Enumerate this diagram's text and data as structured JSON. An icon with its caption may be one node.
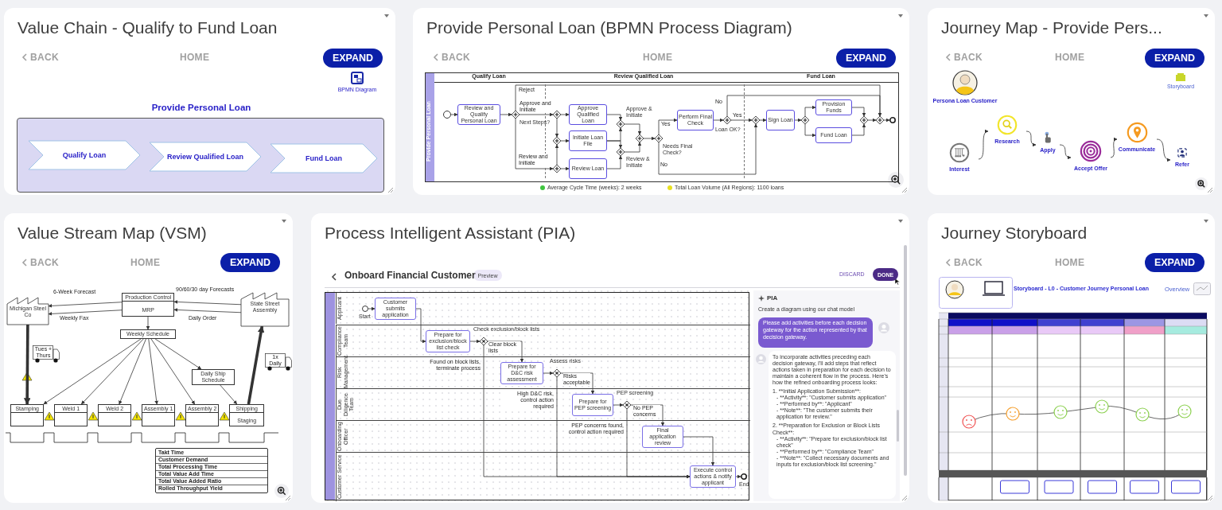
{
  "diagram": {
    "nodes": [
      {
        "text": [
          "Value Chain - Qualify to Fund Loan"
        ]
      },
      {
        "text": [
          "EXPAND"
        ],
        "in": 0
      },
      {
        "text": [
          "BPMN Diagram"
        ],
        "in": 0
      },
      {
        "text": [
          "Provide Personal Loan"
        ],
        "in": 0
      },
      {
        "text": [
          "Qualify Loan"
        ],
        "in": 3
      },
      {
        "text": [
          "Review Qualified Loan"
        ],
        "in": 3
      },
      {
        "text": [
          "Fund Loan"
        ],
        "in": 3
      },
      {
        "text": [
          "Provide Personal Loan (BPMN Process Diagram)"
        ]
      },
      {
        "text": [
          "EXPAND"
        ],
        "in": 7
      },
      {
        "text": [
          "Provide Personal Loan"
        ],
        "in": 7
      },
      {
        "text": [],
        "shape": "circle",
        "in": 9
      },
      {
        "text": [
          "Review and Qualify Personal Loan"
        ],
        "in": 9
      },
      {
        "text": [],
        "shape": "diamond",
        "in": 9,
        "beside": [
          "Next Steps?"
        ]
      },
      {
        "text": [],
        "shape": "diamond",
        "in": 9
      },
      {
        "text": [
          "Approve Qualified Loan"
        ],
        "in": 9
      },
      {
        "text": [],
        "shape": "diamond",
        "in": 9
      },
      {
        "text": [
          "Initiate Loan File"
        ],
        "in": 9
      },
      {
        "text": [],
        "shape": "diamond",
        "in": 9
      },
      {
        "text": [
          "Review Loan"
        ],
        "in": 9
      },
      {
        "text": [],
        "shape": "diamond",
        "in": 9,
        "beside": [
          "Approve & Initiate"
        ]
      },
      {
        "text": [],
        "shape": "diamond",
        "in": 9,
        "beside": [
          "Review & Initiate"
        ]
      },
      {
        "text": [],
        "shape": "diamond",
        "in": 9
      },
      {
        "text": [],
        "shape": "diamond",
        "in": 9,
        "beside": [
          "Needs Final Check?"
        ]
      },
      {
        "text": [
          "Perform Final Check"
        ],
        "in": 9
      },
      {
        "text": [],
        "shape": "diamond",
        "in": 9,
        "beside": [
          "Loan OK?"
        ]
      },
      {
        "text": [],
        "shape": "diamond",
        "in": 9
      },
      {
        "text": [
          "Sign Loan"
        ],
        "in": 9
      },
      {
        "text": [],
        "shape": "diamond",
        "in": 9
      },
      {
        "text": [
          "Provision Funds"
        ],
        "in": 9
      },
      {
        "text": [
          "Fund Loan"
        ],
        "in": 9
      },
      {
        "text": [],
        "shape": "diamond",
        "in": 9
      },
      {
        "text": [],
        "shape": "diamond",
        "in": 9
      },
      {
        "text": [],
        "shape": "circle",
        "in": 9
      },
      {
        "text": [
          "Journey Map - Provide Pers..."
        ]
      },
      {
        "text": [
          "EXPAND"
        ],
        "in": 33
      },
      {
        "text": [
          "Persona Loan Customer"
        ],
        "in": 33
      },
      {
        "text": [
          "Storyboard"
        ],
        "in": 33
      },
      {
        "text": [
          "Interest"
        ],
        "in": 33
      },
      {
        "text": [
          "Research"
        ],
        "in": 33
      },
      {
        "text": [
          "Apply"
        ],
        "in": 33
      },
      {
        "text": [
          "Accept Offer"
        ],
        "in": 33
      },
      {
        "text": [
          "Communicate"
        ],
        "in": 33
      },
      {
        "text": [
          "Refer"
        ],
        "in": 33
      },
      {
        "text": [
          "Value Stream Map (VSM)"
        ]
      },
      {
        "text": [
          "EXPAND"
        ],
        "in": 43
      },
      {
        "text": [
          "Michigan Steel Co"
        ],
        "in": 43
      },
      {
        "text": [
          "Production Control",
          "MRP"
        ],
        "in": 43
      },
      {
        "text": [
          "State Street Assembly"
        ],
        "in": 43
      },
      {
        "text": [
          "Weekly Schedule"
        ],
        "in": 43
      },
      {
        "text": [
          "Daily Ship Schedule"
        ],
        "in": 43
      },
      {
        "text": [
          "Stamping"
        ],
        "in": 43
      },
      {
        "text": [
          "Weld 1"
        ],
        "in": 43
      },
      {
        "text": [
          "Weld 2"
        ],
        "in": 43
      },
      {
        "text": [
          "Assembly 1"
        ],
        "in": 43
      },
      {
        "text": [
          "Assembly 2"
        ],
        "in": 43
      },
      {
        "text": [
          "Shipping",
          "Staging"
        ],
        "in": 43
      },
      {
        "text": [
          "Process Intelligent Assistant (PIA)"
        ]
      },
      {
        "text": [
          "Preview"
        ],
        "in": 56
      },
      {
        "text": [
          "DONE"
        ],
        "in": 56,
        "beside": [
          "DISCARD"
        ]
      },
      {
        "text": [],
        "shape": "box",
        "in": 56
      },
      {
        "text": [
          "Applicant"
        ],
        "in": 59
      },
      {
        "text": [
          "Compliance Team"
        ],
        "in": 59
      },
      {
        "text": [
          "Risk Management"
        ],
        "in": 59
      },
      {
        "text": [
          "Due Diligence Team"
        ],
        "in": 59
      },
      {
        "text": [
          "Onboarding Officer"
        ],
        "in": 59
      },
      {
        "text": [
          "Customer Service"
        ],
        "in": 59
      },
      {
        "text": [],
        "shape": "circle",
        "in": 60,
        "beside": [
          "Start"
        ]
      },
      {
        "text": [
          "Customer submits application"
        ],
        "in": 60
      },
      {
        "text": [
          "Prepare for exclusion/block list check"
        ],
        "in": 61
      },
      {
        "text": [],
        "shape": "diamond",
        "in": 61,
        "beside": [
          "Check exclusion/block lists"
        ]
      },
      {
        "text": [
          "Prepare for D&C risk assessment"
        ],
        "in": 62
      },
      {
        "text": [],
        "shape": "diamond",
        "in": 62,
        "beside": [
          "Assess risks"
        ]
      },
      {
        "text": [
          "Prepare for PEP screening"
        ],
        "in": 63
      },
      {
        "text": [],
        "shape": "diamond",
        "in": 63,
        "beside": [
          "PEP screening"
        ]
      },
      {
        "text": [
          "Final application review"
        ],
        "in": 64
      },
      {
        "text": [
          "Execute control actions & notify applicant"
        ],
        "in": 65
      },
      {
        "text": [],
        "shape": "circle",
        "in": 65,
        "beside": [
          "End"
        ]
      },
      {
        "text": [
          "PIA",
          "Create a diagram using our chat model"
        ],
        "in": 56
      },
      {
        "text": [
          "Please add activities before each decision gateway for the action represented by that decision gateway."
        ],
        "in": 77
      },
      {
        "text": [
          "To incorporate activities preceding each decision gateway, I'll add steps that reflect actions taken in preparation for each decision to maintain a coherent flow in the process. Here's how the refined onboarding process looks:",
          "1. **Initial Application Submission**:",
          "- **Activity**: \"Customer submits application\"",
          "- **Performed by**: \"Applicant\"",
          "- **Note**: \"The customer submits their application for review.\"",
          "2. **Preparation for Exclusion or Block Lists Check**:",
          "- **Activity**: \"Prepare for exclusion/block list check\"",
          "- **Performed by**: \"Compliance Team\"",
          "- **Note**: \"Collect necessary documents and inputs for exclusion/block list screening.\""
        ],
        "in": 77
      },
      {
        "text": [
          "Journey Storyboard"
        ]
      },
      {
        "text": [
          "EXPAND"
        ],
        "in": 80
      }
    ],
    "edges": [
      {
        "from": 10,
        "to": 11,
        "arrow": "to"
      },
      {
        "from": 11,
        "to": 12,
        "arrow": "to"
      },
      {
        "from": 12,
        "to": 31,
        "arrow": "to",
        "label": "Reject"
      },
      {
        "from": 12,
        "to": 13,
        "arrow": "to",
        "label": "Approve and Initiate"
      },
      {
        "from": 12,
        "to": 17,
        "arrow": "to",
        "label": "Review and Initiate"
      },
      {
        "from": 13,
        "to": 15,
        "arrow": "to"
      },
      {
        "from": 17,
        "to": 15,
        "arrow": "to"
      },
      {
        "from": 13,
        "to": 14,
        "arrow": "to"
      },
      {
        "from": 15,
        "to": 16,
        "arrow": "to"
      },
      {
        "from": 17,
        "to": 18,
        "arrow": "to"
      },
      {
        "from": 14,
        "to": 19,
        "arrow": "to"
      },
      {
        "from": 16,
        "to": 19,
        "arrow": "to"
      },
      {
        "from": 16,
        "to": 20,
        "arrow": "to"
      },
      {
        "from": 18,
        "to": 20,
        "arrow": "to"
      },
      {
        "from": 19,
        "to": 21,
        "arrow": "to"
      },
      {
        "from": 20,
        "to": 21,
        "arrow": "to"
      },
      {
        "from": 21,
        "to": 22,
        "arrow": "to"
      },
      {
        "from": 22,
        "to": 23,
        "arrow": "to",
        "label": "Yes"
      },
      {
        "from": 22,
        "to": 25,
        "arrow": "to",
        "label": "No"
      },
      {
        "from": 23,
        "to": 24,
        "arrow": "to"
      },
      {
        "from": 24,
        "to": 25,
        "arrow": "to",
        "label": "Yes"
      },
      {
        "from": 24,
        "to": 31,
        "arrow": "to",
        "label": "No"
      },
      {
        "from": 25,
        "to": 26,
        "arrow": "to"
      },
      {
        "from": 26,
        "to": 27,
        "arrow": "to"
      },
      {
        "from": 27,
        "to": 28,
        "arrow": "to"
      },
      {
        "from": 27,
        "to": 29,
        "arrow": "to"
      },
      {
        "from": 28,
        "to": 30,
        "arrow": "to"
      },
      {
        "from": 29,
        "to": 30,
        "arrow": "to"
      },
      {
        "from": 30,
        "to": 31,
        "arrow": "to"
      },
      {
        "from": 31,
        "to": 32,
        "arrow": "to"
      },
      {
        "from": 37,
        "to": 38,
        "arrow": "to"
      },
      {
        "from": 38,
        "to": 39,
        "arrow": "to"
      },
      {
        "from": 39,
        "to": 40,
        "arrow": "to"
      },
      {
        "from": 40,
        "to": 41,
        "arrow": "to"
      },
      {
        "from": 41,
        "to": 42,
        "arrow": "to"
      },
      {
        "from": 46,
        "to": 48,
        "arrow": "to"
      },
      {
        "from": 48,
        "to": 50,
        "arrow": "to"
      },
      {
        "from": 48,
        "to": 51,
        "arrow": "to"
      },
      {
        "from": 48,
        "to": 52,
        "arrow": "to"
      },
      {
        "from": 48,
        "to": 53,
        "arrow": "to"
      },
      {
        "from": 48,
        "to": 54,
        "arrow": "to"
      },
      {
        "from": 48,
        "to": 49,
        "arrow": "to"
      },
      {
        "from": 49,
        "to": 55,
        "arrow": "to"
      },
      {
        "from": 45,
        "to": 50,
        "arrow": "to",
        "style": "thick"
      },
      {
        "from": 55,
        "to": 47,
        "arrow": "to",
        "style": "thick"
      },
      {
        "from": 46,
        "to": 45,
        "arrow": "to",
        "label": "6-Week Forecast"
      },
      {
        "from": 46,
        "to": 45,
        "arrow": "to",
        "label": "Weekly Fax"
      },
      {
        "from": 47,
        "to": 46,
        "arrow": "to",
        "label": "90/60/30 day Forecasts"
      },
      {
        "from": 47,
        "to": 46,
        "arrow": "to",
        "label": "Daily Order"
      },
      {
        "from": 66,
        "to": 67,
        "arrow": "to"
      },
      {
        "from": 67,
        "to": 68,
        "arrow": "to"
      },
      {
        "from": 68,
        "to": 69,
        "arrow": "to"
      },
      {
        "from": 69,
        "to": 70,
        "arrow": "to",
        "label": "Clear block lists"
      },
      {
        "from": 69,
        "to": 75,
        "arrow": "to",
        "label": "Found on block lists, terminate process"
      },
      {
        "from": 70,
        "to": 71,
        "arrow": "to"
      },
      {
        "from": 71,
        "to": 72,
        "arrow": "to",
        "label": "Risks acceptable"
      },
      {
        "from": 71,
        "to": 75,
        "arrow": "to",
        "label": "High D&C risk, control action required"
      },
      {
        "from": 72,
        "to": 73,
        "arrow": "to"
      },
      {
        "from": 73,
        "to": 74,
        "arrow": "to",
        "label": "No PEP concerns"
      },
      {
        "from": 73,
        "to": 75,
        "arrow": "to",
        "label": "PEP concerns found, control action required"
      },
      {
        "from": 74,
        "to": 75,
        "arrow": "to"
      },
      {
        "from": 75,
        "to": 76,
        "arrow": "to"
      }
    ],
    "labels": [
      "BACK",
      "HOME",
      "BACK",
      "HOME",
      "Qualify Loan",
      "Review Qualified Loan",
      "Fund Loan",
      "BACK",
      "HOME",
      "BACK",
      "HOME",
      "Tues + Thurs",
      "1x Daily",
      "Takt Time",
      "Customer Demand",
      "Total Processing Time",
      "Total Value Add Time",
      "Total Value Added Ratio",
      "Rolled Throughput Yield",
      "Onboard Financial Customer",
      "BACK",
      "HOME",
      "Storyboard - L0 - Customer Journey Personal Loan",
      "Overview"
    ],
    "legend": [
      {
        "text": "Average Cycle Time (weeks): 2 weeks",
        "color": "#3fc43f"
      },
      {
        "text": "Total Loan Volume (All Regions): 1100 loans",
        "color": "#e8e020"
      }
    ]
  }
}
